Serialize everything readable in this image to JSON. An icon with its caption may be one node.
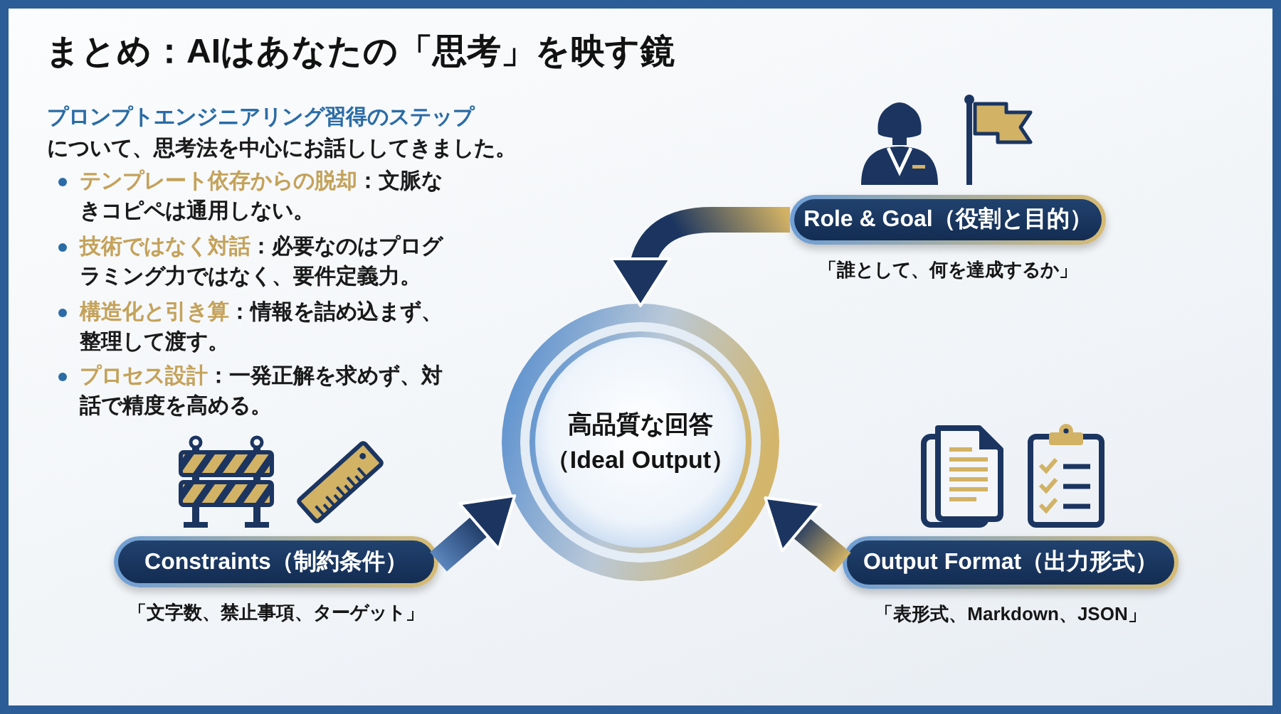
{
  "diagram": {
    "title": "まとめ：AIはあなたの「思考」を映す鏡",
    "nodes": [
      {
        "text": [
          "Role & Goal（役割と目的）"
        ],
        "beside": [
          "「誰として、何を達成するか」"
        ]
      },
      {
        "text": [
          "高品質な回答",
          "（Ideal Output）"
        ]
      },
      {
        "text": [
          "Constraints（制約条件）"
        ],
        "beside": [
          "「文字数、禁止事項、ターゲット」"
        ]
      },
      {
        "text": [
          "Output Format（出力形式）"
        ],
        "beside": [
          "「表形式、Markdown、JSON」"
        ]
      }
    ],
    "edges": [
      {
        "from": 0,
        "to": 1,
        "arrow": "to",
        "style": "thick"
      },
      {
        "from": 2,
        "to": 1,
        "arrow": "to",
        "style": "thick"
      },
      {
        "from": 3,
        "to": 1,
        "arrow": "to",
        "style": "thick"
      }
    ],
    "labels": [
      "**プロンプトエンジニアリング習得のステップ**について、思考法を中心にお話ししてきました。",
      "**テンプレート依存からの脱却**：文脈なきコピペは通用しない。",
      "**技術ではなく対話**：必要なのはプログラミング力ではなく、要件定義力。",
      "**構造化と引き算**：情報を詰め込まず、整理して渡す。",
      "**プロセス設計**：一発正解を求めず、対話で精度を高める。"
    ]
  }
}
